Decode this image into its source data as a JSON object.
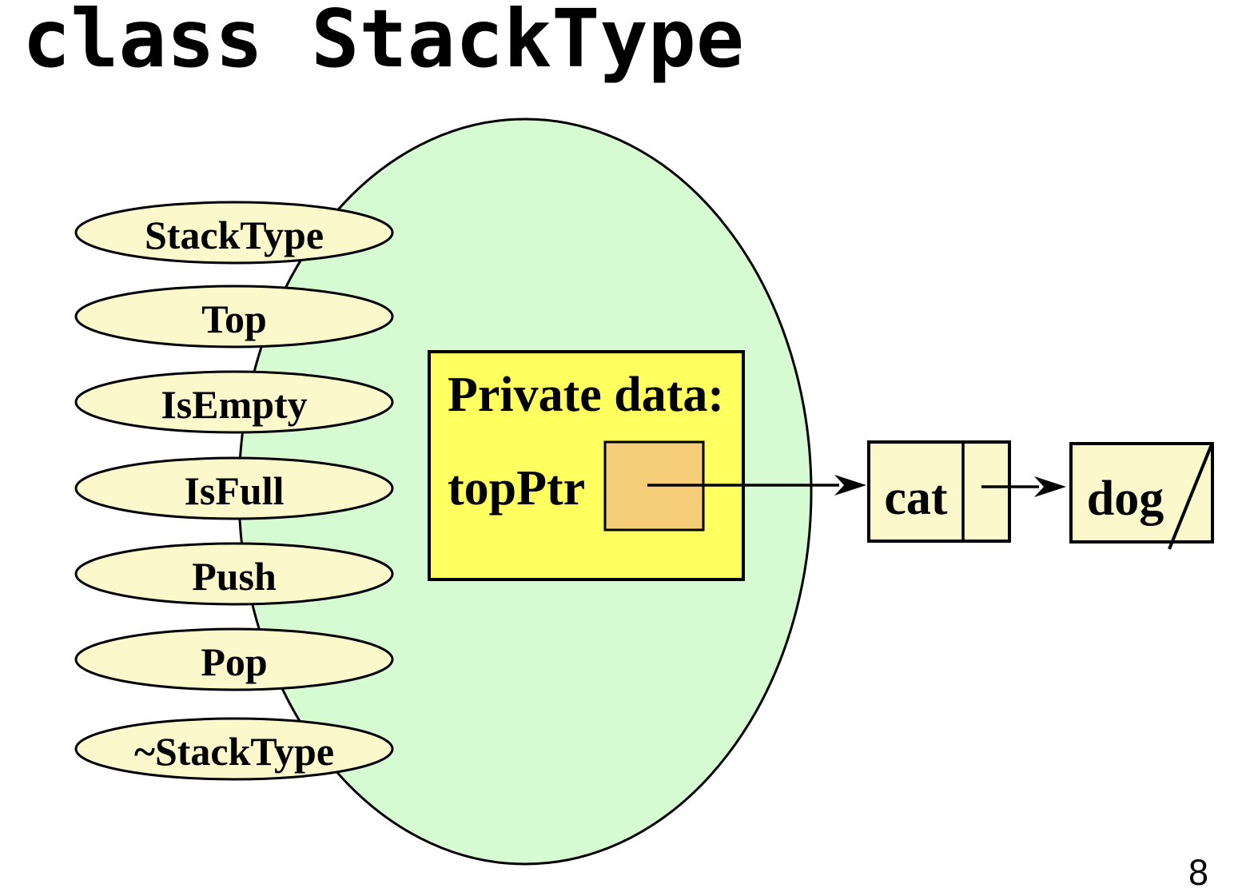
{
  "title": "class StackType",
  "page_number": "8",
  "colors": {
    "background": "#ffffff",
    "class_ellipse_fill": "#d6fad2",
    "method_oval_fill": "#fbf8cc",
    "private_box_fill": "#ffff5f",
    "pointer_cell_fill": "#f5cc78",
    "node_fill": "#fbf8cc",
    "line": "#000000"
  },
  "class_ellipse": {
    "methods": [
      "StackType",
      "Top",
      "IsEmpty",
      "IsFull",
      "Push",
      "Pop",
      "~StackType"
    ]
  },
  "private_data_box": {
    "heading": "Private data:",
    "pointer_label": "topPtr"
  },
  "linked_list": {
    "nodes": [
      {
        "label": "cat"
      },
      {
        "label": "dog"
      }
    ]
  }
}
